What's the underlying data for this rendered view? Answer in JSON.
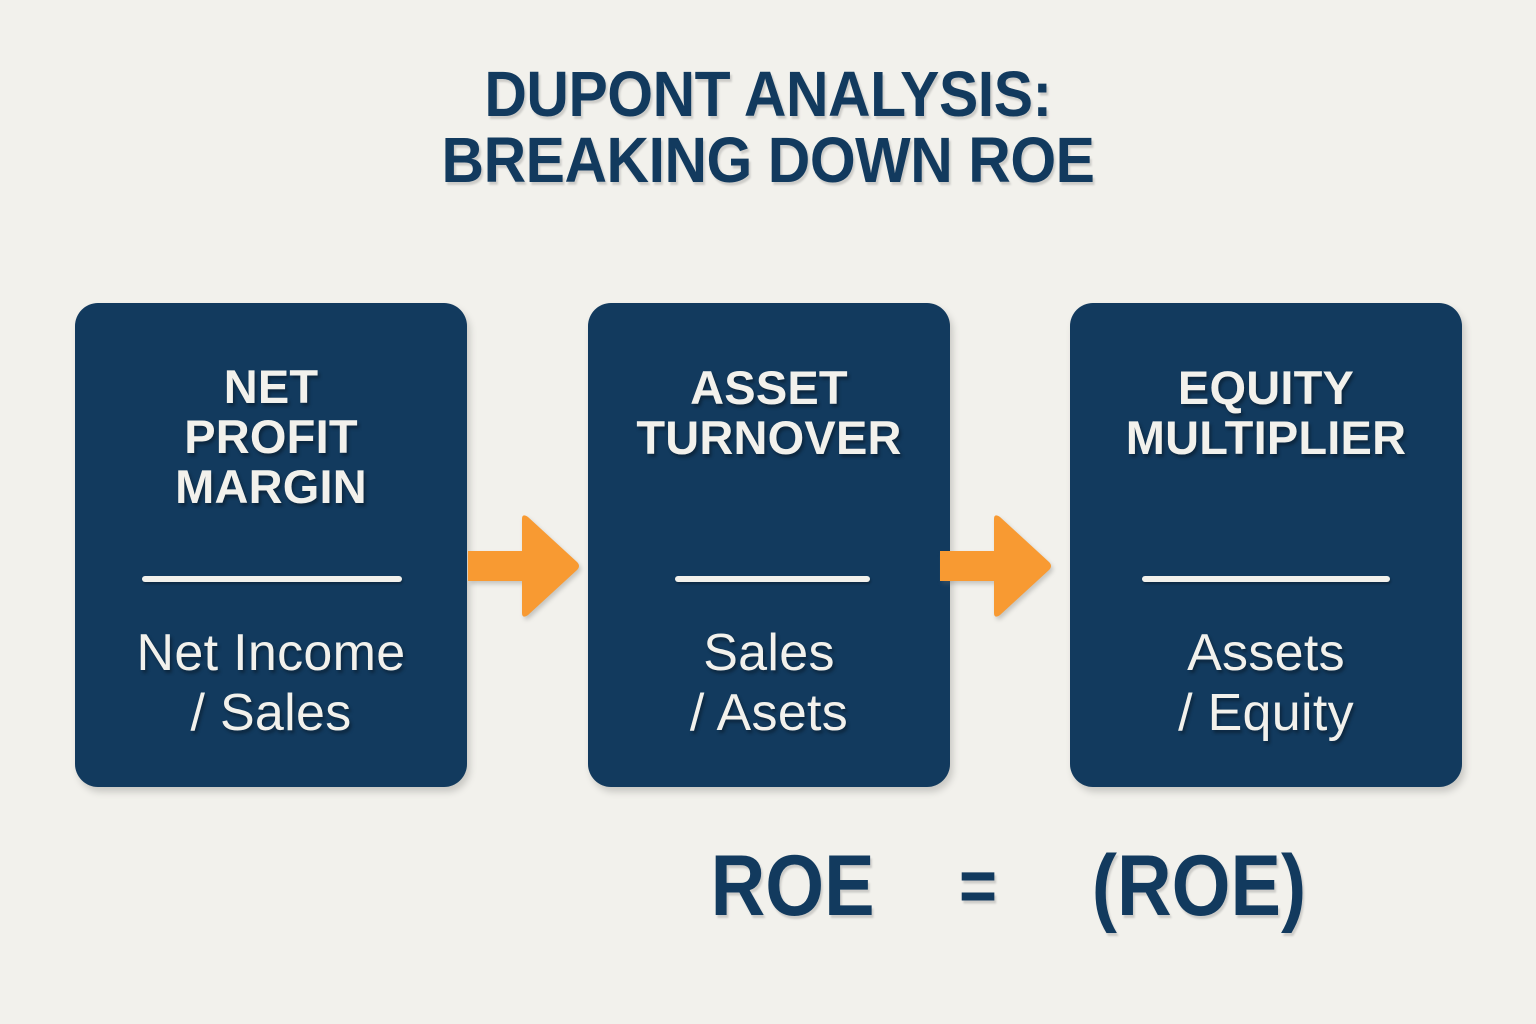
{
  "page": {
    "background_color": "#F2F1EC",
    "navy_color": "#123A5E",
    "orange_color": "#F89A32",
    "light_color": "#F2F1EC"
  },
  "title": {
    "line1": "DUPONT ANALYSIS:",
    "line2": "BREAKING DOWN ROE",
    "full": "DUPONT ANALYSIS: BREAKING DOWN ROE"
  },
  "boxes": [
    {
      "id": "net-profit-margin",
      "heading": "NET\nPROFIT\nMARGIN",
      "formula": "Net Income\n/ Sales",
      "numerator": "Net Income",
      "denominator": "Sales"
    },
    {
      "id": "asset-turnover",
      "heading": "ASSET\nTURNOVER",
      "formula": "Sales\n/ Asets",
      "numerator": "Sales",
      "denominator": "Asets"
    },
    {
      "id": "equity-multiplier",
      "heading": "EQUITY\nMULTIPLIER",
      "formula": "Assets\n/ Equity",
      "numerator": "Assets",
      "denominator": "Equity"
    }
  ],
  "connectors": [
    {
      "id": "arrow-1",
      "icon": "arrow-right-icon",
      "color": "#F89A32"
    },
    {
      "id": "arrow-2",
      "icon": "arrow-right-icon",
      "color": "#F89A32"
    }
  ],
  "equation": {
    "left": "ROE",
    "operator": "=",
    "right": "(ROE)"
  }
}
